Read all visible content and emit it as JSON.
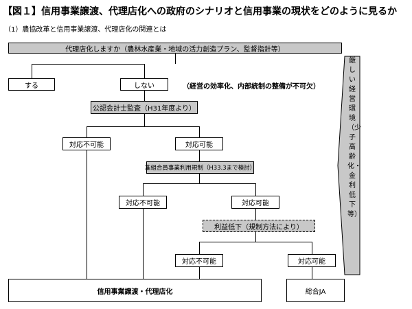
{
  "title": "【図１】信用事業譲渡、代理店化への政府のシナリオと信用事業の現状をどのように見るか",
  "subtitle": "（1）農協改革と信用事業譲渡、代理店化の関連とは",
  "nodes": {
    "agency_question": "代理店化しますか（農林水産業・地域の活力創造プラン、監督指針等）",
    "yes": "する",
    "no": "しない",
    "no_note": "（経営の効率化、内部統制の整備が不可欠）",
    "audit": "公認会計士監査（H31年度より）",
    "cannot_1": "対応不可能",
    "can_1": "対応可能",
    "quasi_member": "准組合員事業利用規制（H33.3まで検討）",
    "cannot_2": "対応不可能",
    "can_2": "対応可能",
    "profit_drop": "利益低下（規制方法により）",
    "cannot_3": "対応不可能",
    "can_3": "対応可能",
    "outcome_transfer": "信用事業譲渡・代理店化",
    "outcome_ja": "総合JA"
  },
  "side_label": "厳しい経営環境（少子高齢化・金利低下等）"
}
